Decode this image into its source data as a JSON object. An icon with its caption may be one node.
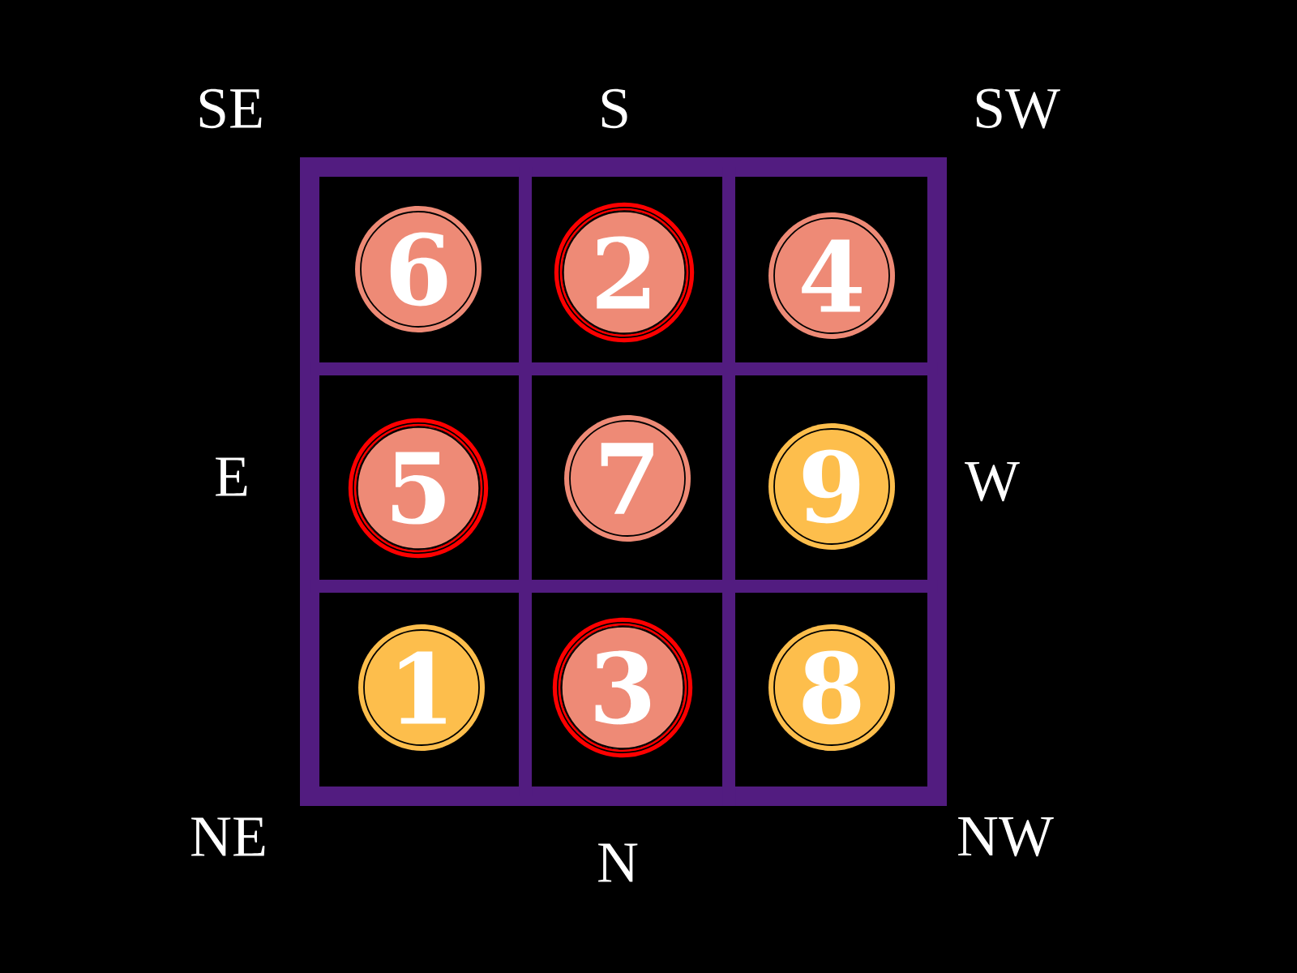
{
  "diagram": {
    "nodes": [
      {
        "text": [
          "6"
        ]
      },
      {
        "text": [
          "2"
        ]
      },
      {
        "text": [
          "4"
        ]
      },
      {
        "text": [
          "5"
        ]
      },
      {
        "text": [
          "7"
        ]
      },
      {
        "text": [
          "9"
        ]
      },
      {
        "text": [
          "1"
        ]
      },
      {
        "text": [
          "3"
        ]
      },
      {
        "text": [
          "8"
        ]
      }
    ],
    "labels": [
      "SE",
      "S",
      "SW",
      "E",
      "W",
      "NE",
      "N",
      "NW"
    ]
  }
}
